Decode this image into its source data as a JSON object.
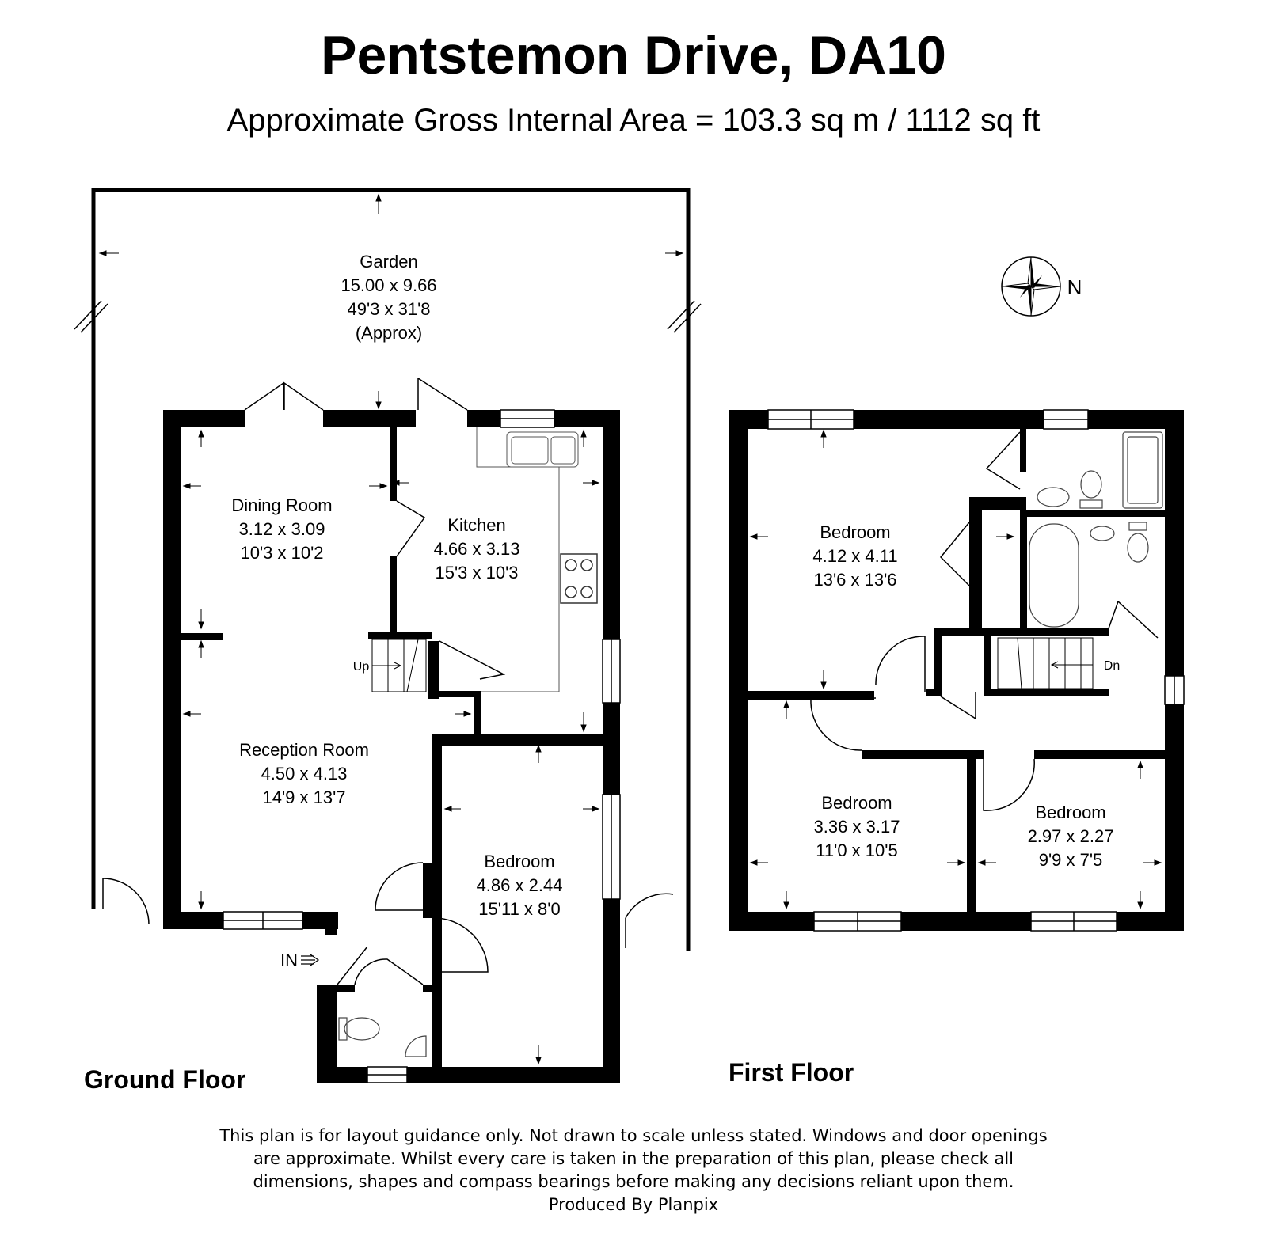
{
  "title": "Pentstemon Drive, DA10",
  "subtitle": "Approximate Gross Internal Area = 103.3 sq m / 1112 sq ft",
  "compass": {
    "label": "N",
    "icon": "compass-rose-icon"
  },
  "ground_floor": {
    "label": "Ground Floor",
    "entrance_label": "IN",
    "stairs_label": "Up",
    "rooms": [
      {
        "name": "Garden",
        "metric": "15.00 x 9.66",
        "imperial": "49'3 x 31'8",
        "note": "(Approx)"
      },
      {
        "name": "Dining Room",
        "metric": "3.12 x 3.09",
        "imperial": "10'3 x 10'2"
      },
      {
        "name": "Kitchen",
        "metric": "4.66 x 3.13",
        "imperial": "15'3 x 10'3"
      },
      {
        "name": "Reception Room",
        "metric": "4.50 x 4.13",
        "imperial": "14'9 x 13'7"
      },
      {
        "name": "Bedroom",
        "metric": "4.86 x 2.44",
        "imperial": "15'11 x 8'0"
      }
    ]
  },
  "first_floor": {
    "label": "First Floor",
    "stairs_label": "Dn",
    "rooms": [
      {
        "name": "Bedroom",
        "metric": "4.12 x 4.11",
        "imperial": "13'6 x 13'6"
      },
      {
        "name": "Bedroom",
        "metric": "3.36 x 3.17",
        "imperial": "11'0 x 10'5"
      },
      {
        "name": "Bedroom",
        "metric": "2.97 x 2.27",
        "imperial": "9'9 x 7'5"
      }
    ]
  },
  "disclaimer": [
    "This plan is for layout guidance only. Not drawn to scale unless stated. Windows and door openings",
    "are approximate. Whilst every care is taken in the preparation of this plan, please check all",
    "dimensions, shapes and compass bearings before making any decisions reliant upon them.",
    "Produced By Planpix"
  ]
}
